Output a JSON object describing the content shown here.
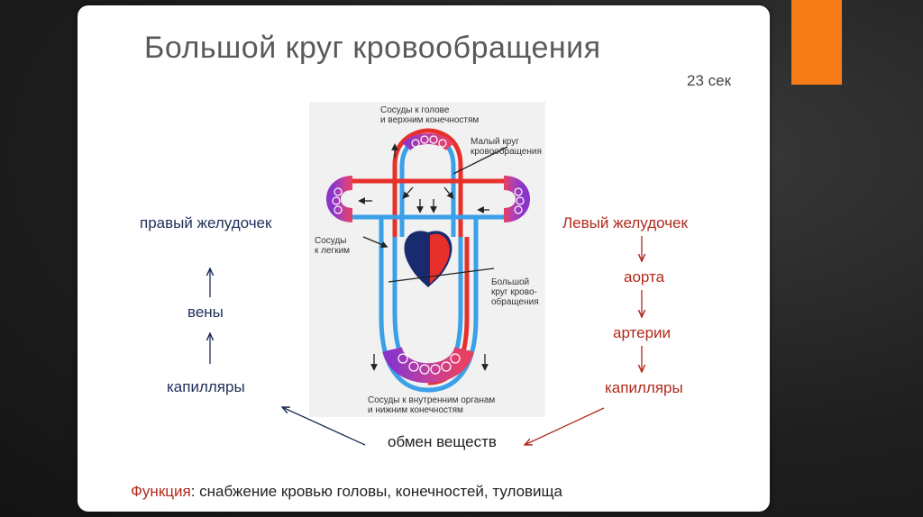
{
  "title": "Большой круг кровообращения",
  "timer": "23 сек",
  "left_chain": [
    "правый желудочек",
    "вены",
    "капилляры"
  ],
  "right_chain": [
    "Левый желудочек",
    "аорта",
    "артерии",
    "капилляры"
  ],
  "exchange": "обмен веществ",
  "function": {
    "label": "Функция",
    "text": ": снабжение кровью головы, конечностей, туловища"
  },
  "diagram_labels": {
    "head_vessels": [
      "Сосуды к голове",
      "и верхним конечностям"
    ],
    "small_circle": [
      "Малый круг",
      "кровообращения"
    ],
    "lung_vessels": [
      "Сосуды",
      "к легким"
    ],
    "big_circle": [
      "Большой",
      "круг крово-",
      "обращения"
    ],
    "organ_vessels": [
      "Сосуды к внутренним органам",
      "и нижним конечностям"
    ]
  },
  "colors": {
    "accent": "#f47b16",
    "red_text": "#b12a1a",
    "blue_text": "#1f2f5a",
    "artery": "#e8302a",
    "vein": "#3aa0e8"
  }
}
